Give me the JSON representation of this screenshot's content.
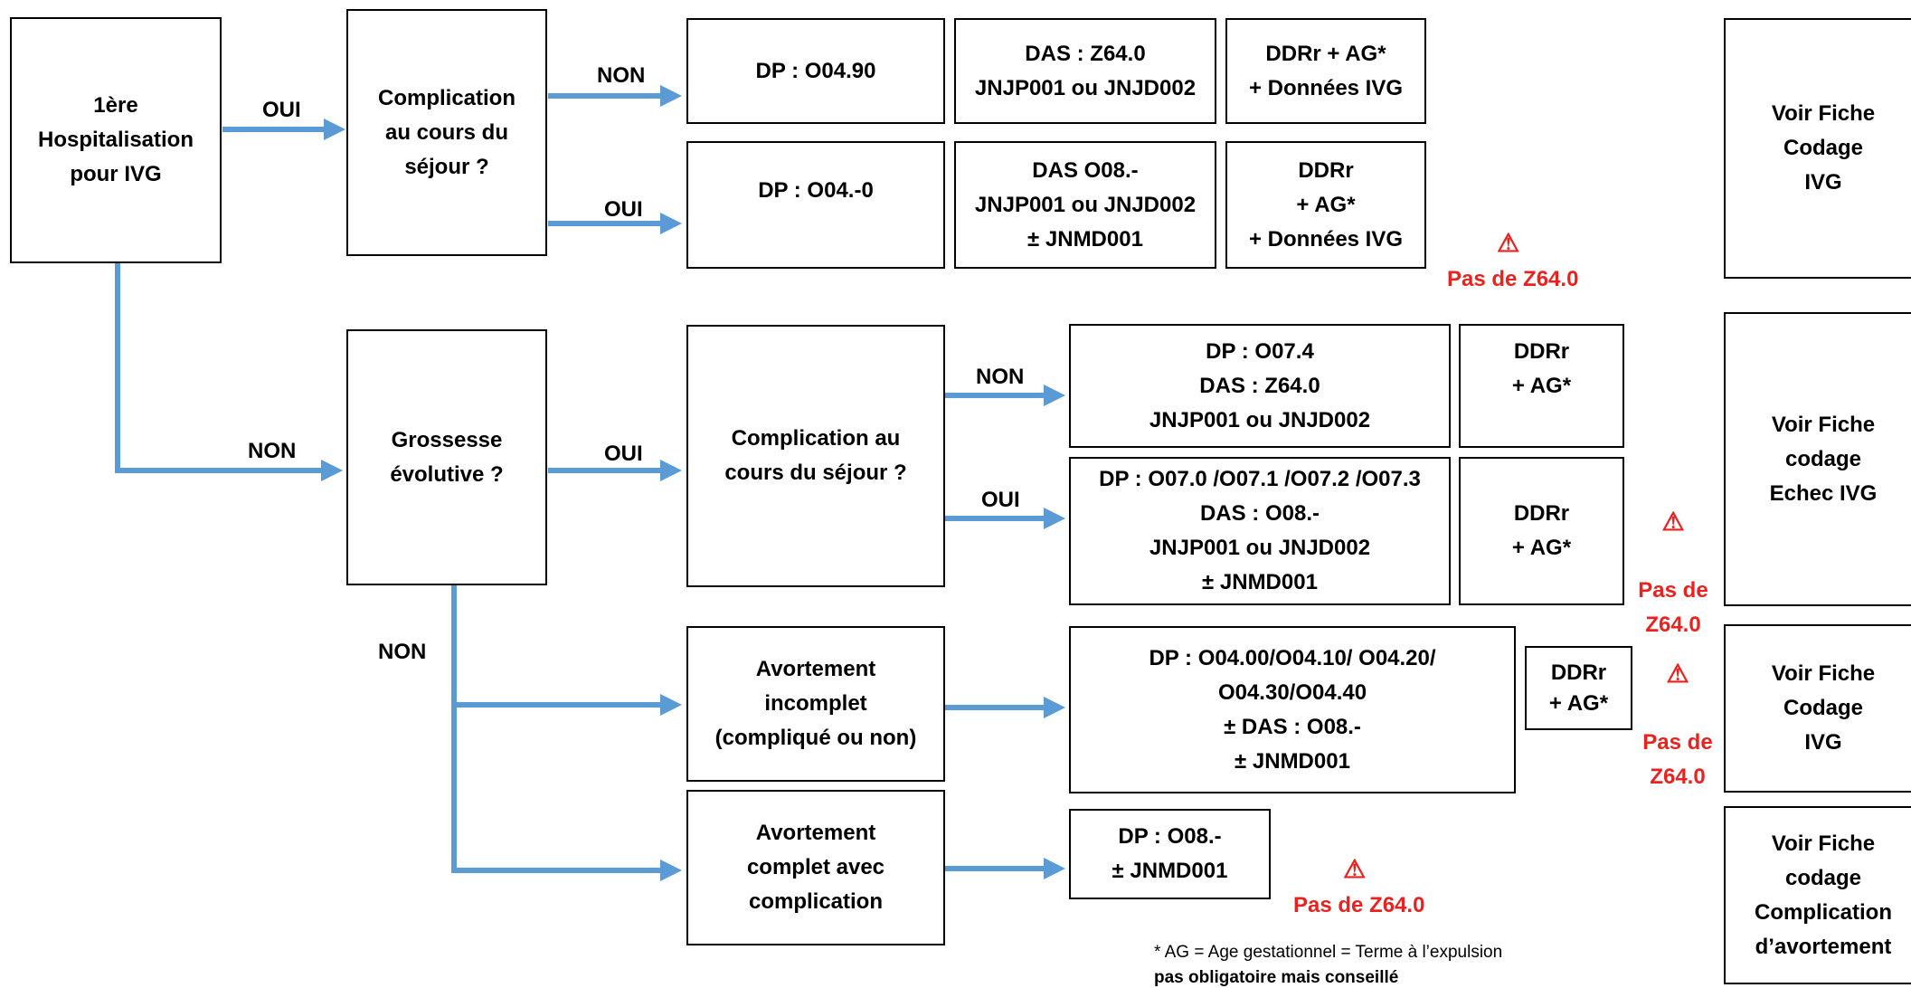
{
  "colors": {
    "arrow": "#5b9bd5",
    "warning": "#e8231f",
    "border": "#000000"
  },
  "boxes": {
    "start": "1ère\nHospitalisation\npour IVG",
    "complication_1": "Complication\nau cours du\nséjour ?",
    "dp_o0490": "DP : O04.90",
    "das_z640": "DAS : Z64.0\nJNJP001 ou JNJD002",
    "ddrr_ag_ivg_1": "DDRr + AG*\n+ Données IVG",
    "dp_o04_0": "DP : O04.-0",
    "das_o08_1": "DAS O08.-\nJNJP001 ou JNJD002\n± JNMD001",
    "ddrr_ag_ivg_2": "DDRr\n+ AG*\n+ Données IVG",
    "grossesse": "Grossesse\névolutive ?",
    "complication_2": "Complication au\ncours du séjour ?",
    "dp_o074": "DP : O07.4\nDAS : Z64.0\nJNJP001 ou JNJD002",
    "ddrr_ag_3": "DDRr\n+ AG*",
    "dp_o070": "DP : O07.0 /O07.1 /O07.2 /O07.3\nDAS : O08.-\nJNJP001 ou JNJD002\n± JNMD001",
    "ddrr_ag_4": "DDRr\n+ AG*",
    "avortement_incomplet": "Avortement\nincomplet\n(compliqué ou non)",
    "dp_o0400": "DP : O04.00/O04.10/ O04.20/\nO04.30/O04.40\n± DAS : O08.-\n± JNMD001",
    "ddrr_ag_5": "DDRr\n+ AG*",
    "avortement_complet": "Avortement\ncomplet avec\ncomplication",
    "dp_o08": "DP : O08.-\n± JNMD001",
    "fiche_ivg_1": "Voir Fiche\nCodage\nIVG",
    "fiche_echec": "Voir Fiche\ncodage\nEchec IVG",
    "fiche_ivg_2": "Voir Fiche\nCodage\nIVG",
    "fiche_complication": "Voir Fiche\ncodage\nComplication\nd’avortement"
  },
  "labels": {
    "oui_1": "OUI",
    "non_1": "NON",
    "oui_2": "OUI",
    "non_2": "NON",
    "oui_3": "OUI",
    "non_3": "NON",
    "oui_4": "OUI",
    "non_4": "NON"
  },
  "warnings": {
    "w1": "Pas de Z64.0",
    "w2": "Pas de\nZ64.0",
    "w3": "Pas de\nZ64.0",
    "w4": "Pas de Z64.0",
    "icon": "⚠"
  },
  "footnote": {
    "line1": "* AG = Age gestationnel = Terme à l’expulsion",
    "line2": "pas obligatoire mais conseillé"
  }
}
